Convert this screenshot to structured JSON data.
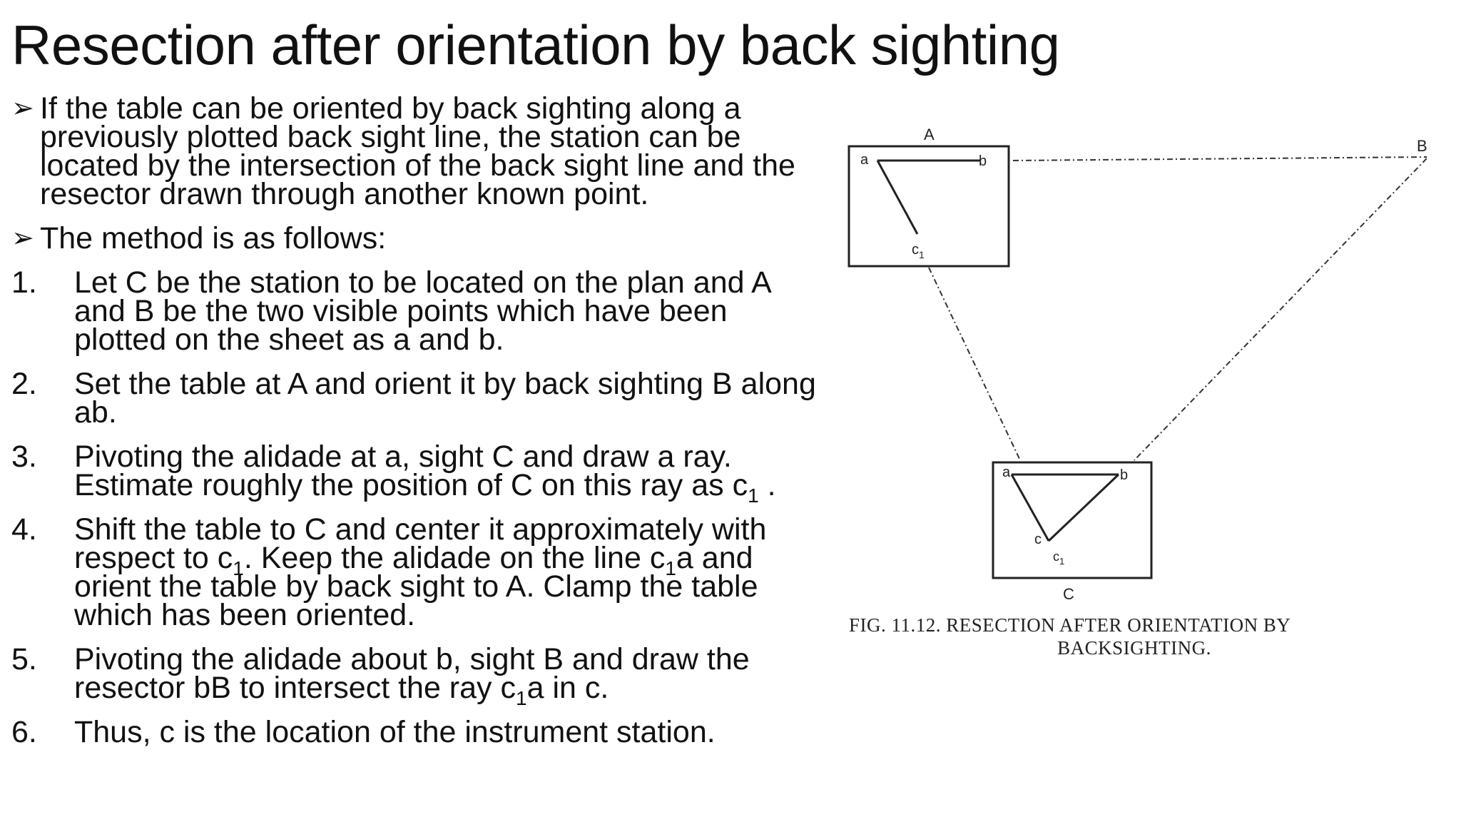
{
  "title": "Resection after orientation by back sighting",
  "bullets": [
    "If the table can be oriented by back sighting along a previously plotted back sight line, the station can be located by the intersection of the back sight line and the resector drawn through another known point.",
    "The method is as follows:"
  ],
  "steps": [
    {
      "num": "1.",
      "parts": [
        "Let C be the station to be located on the plan and A and B be the two visible points which have been plotted on the sheet  as a and b."
      ]
    },
    {
      "num": "2.",
      "parts": [
        "Set the table at A and orient it by back sighting B along ab."
      ]
    },
    {
      "num": "3.",
      "parts": [
        "Pivoting the alidade at a, sight C and draw a ray. Estimate roughly the position of C on this ray as c",
        "1",
        " ."
      ]
    },
    {
      "num": "4.",
      "parts": [
        "Shift the table to C and center it approximately with respect to c",
        "1",
        ". Keep the alidade on the line c",
        "1",
        "a and orient the table by back sight to A. Clamp the table which has been oriented."
      ]
    },
    {
      "num": "5.",
      "parts": [
        "Pivoting the alidade about b, sight B and draw the resector bB to intersect the ray c",
        "1",
        "a in c."
      ]
    },
    {
      "num": "6.",
      "parts": [
        "Thus, c is the location of the instrument station."
      ]
    }
  ],
  "figure": {
    "labels": {
      "A": "A",
      "B": "B",
      "C": "C",
      "a_top": "a",
      "b_top": "b",
      "c1_top": "c",
      "c1_top_sub": "1",
      "a_bottom": "a",
      "b_bottom": "b",
      "c_bottom": "c",
      "c1_bottom": "c",
      "c1_bottom_sub": "1"
    },
    "caption_line1": "FIG.  11.12.  RESECTION  AFTER  ORIENTATION  BY",
    "caption_line2": "BACKSIGHTING."
  }
}
